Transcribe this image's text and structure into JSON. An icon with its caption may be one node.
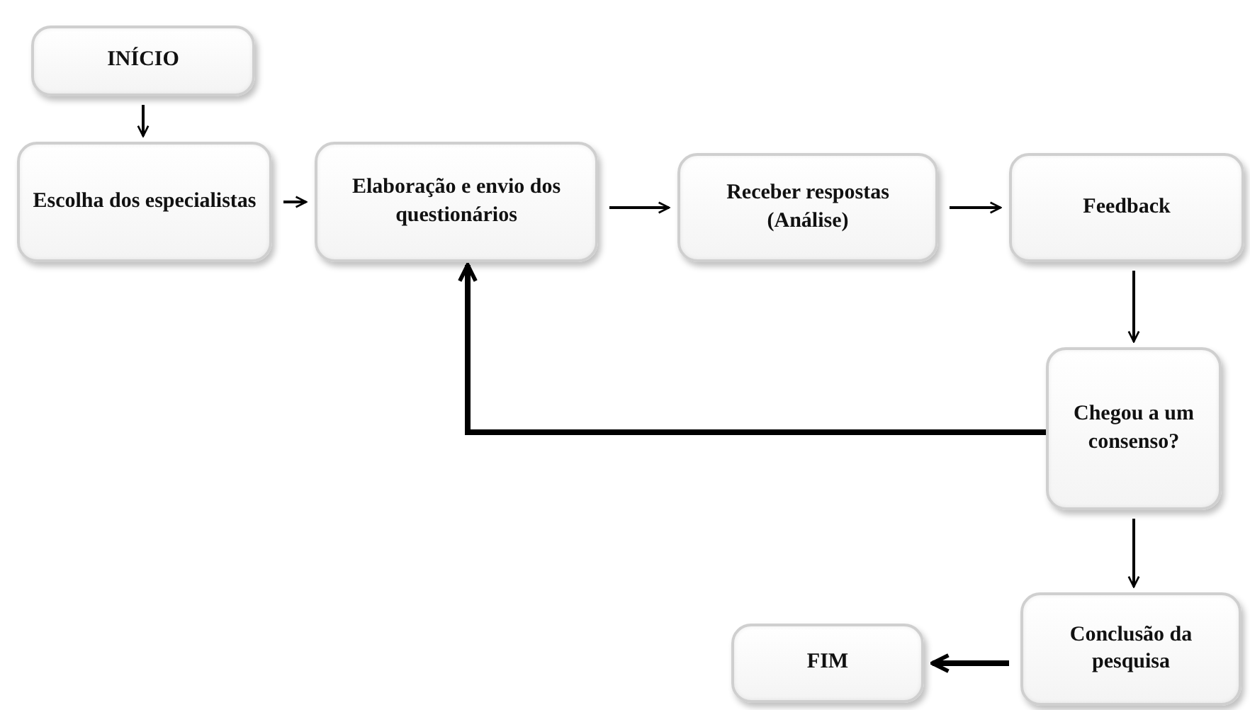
{
  "diagram": {
    "nodes": [
      {
        "text": [
          "INÍCIO"
        ]
      },
      {
        "text": [
          "Escolha dos especialistas"
        ]
      },
      {
        "text": [
          "Elaboração e envio dos questionários"
        ]
      },
      {
        "text": [
          "Receber respostas (Análise)"
        ]
      },
      {
        "text": [
          "Feedback"
        ]
      },
      {
        "text": [
          "Chegou a um consenso?"
        ]
      },
      {
        "text": [
          "Conclusão da pesquisa"
        ]
      },
      {
        "text": [
          "FIM"
        ]
      }
    ],
    "edges": [
      {
        "from": 0,
        "to": 1,
        "arrow": "to"
      },
      {
        "from": 1,
        "to": 2,
        "arrow": "to"
      },
      {
        "from": 2,
        "to": 3,
        "arrow": "to"
      },
      {
        "from": 3,
        "to": 4,
        "arrow": "to"
      },
      {
        "from": 4,
        "to": 5,
        "arrow": "to"
      },
      {
        "from": 5,
        "to": 2,
        "arrow": "to",
        "style": "thick"
      },
      {
        "from": 5,
        "to": 6,
        "arrow": "to"
      },
      {
        "from": 6,
        "to": 7,
        "arrow": "to",
        "style": "thick"
      }
    ]
  }
}
